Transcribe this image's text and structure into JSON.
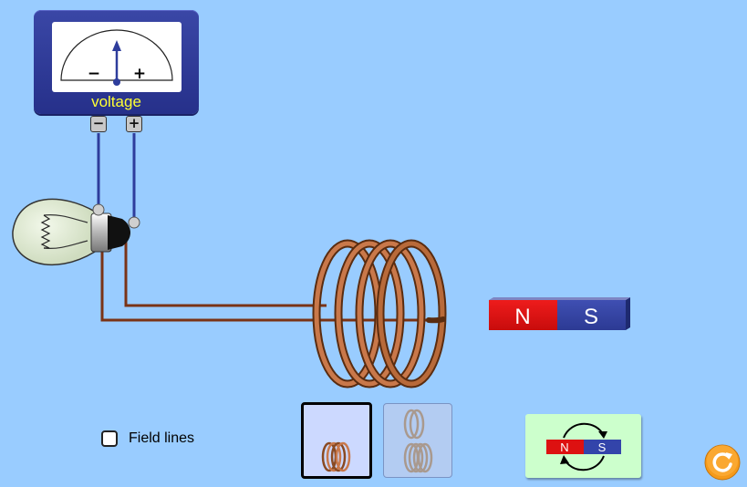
{
  "voltmeter": {
    "label": "voltage",
    "face_minus": "−",
    "face_plus": "+",
    "terminal_minus": "−",
    "terminal_plus": "+",
    "needle_reading": 0
  },
  "magnet": {
    "north_label": "N",
    "south_label": "S",
    "north_color": "#dd1111",
    "south_color": "#3344aa"
  },
  "controls": {
    "field_lines_label": "Field lines",
    "field_lines_checked": false,
    "coil_options": [
      "one-loop-coil",
      "two-loop-coil"
    ],
    "selected_coil": "one-loop-coil",
    "flip_magnet": {
      "north_label": "N",
      "south_label": "S"
    },
    "reset_icon": "refresh-icon"
  },
  "colors": {
    "background": "#99ccff",
    "wire": "#7a3316",
    "wire_blue": "#2e3d9c",
    "coil": "#b86a3a",
    "reset": "#f59a1a"
  }
}
